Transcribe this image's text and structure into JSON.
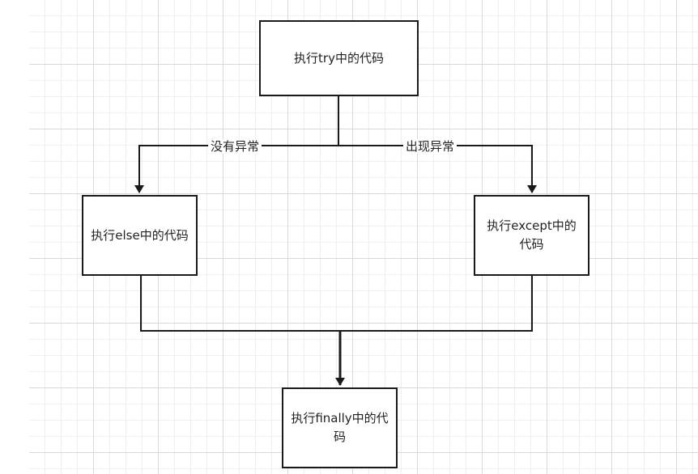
{
  "nodes": {
    "try": "执行try中的代码",
    "else": "执行else中的代码",
    "except": "执行except中的代码",
    "finally": "执行finally中的代码"
  },
  "edges": {
    "no_exception": "没有异常",
    "exception": "出现异常"
  }
}
